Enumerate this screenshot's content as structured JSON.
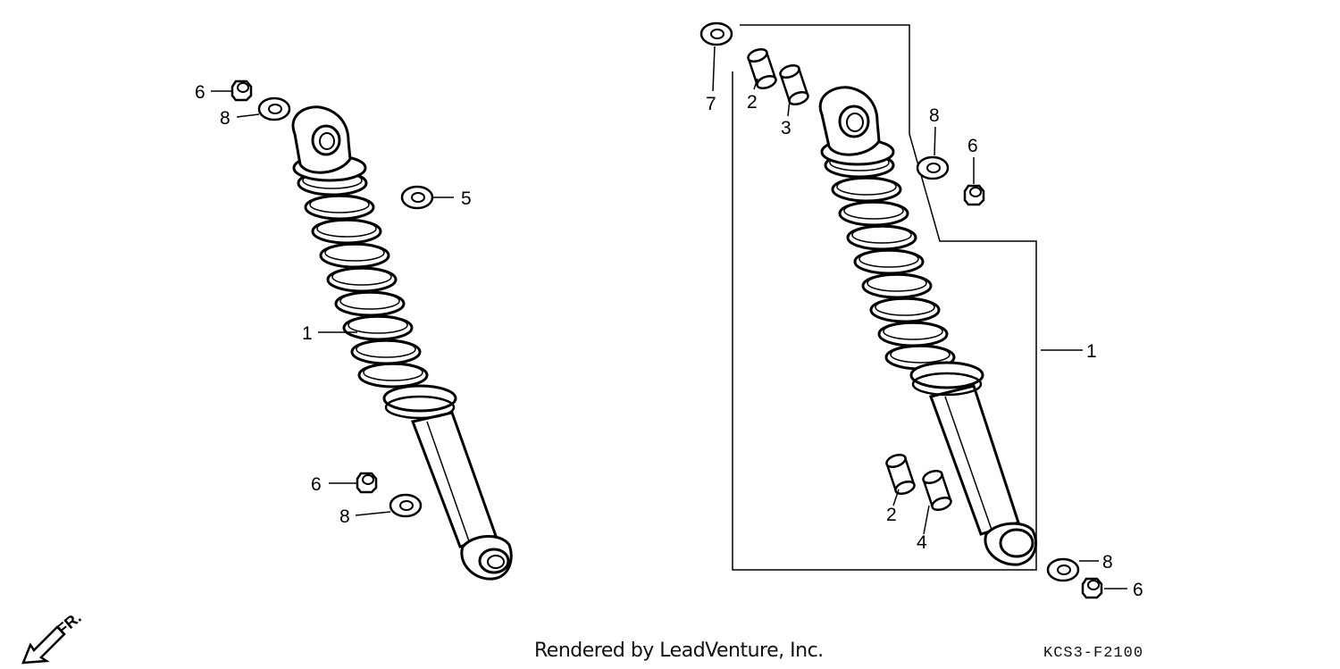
{
  "direction_label": "FR.",
  "callouts": {
    "left_6_top": "6",
    "left_8_top": "8",
    "left_5": "5",
    "left_1": "1",
    "left_6_bottom": "6",
    "left_8_bottom": "8",
    "right_7": "7",
    "right_2_top": "2",
    "right_3": "3",
    "right_8_top": "8",
    "right_6_top": "6",
    "right_1": "1",
    "right_2_bottom": "2",
    "right_4": "4",
    "right_8_bottom": "8",
    "right_6_bottom": "6"
  },
  "footer": {
    "credit": "Rendered by LeadVenture, Inc.",
    "code": "KCS3-F2100"
  }
}
